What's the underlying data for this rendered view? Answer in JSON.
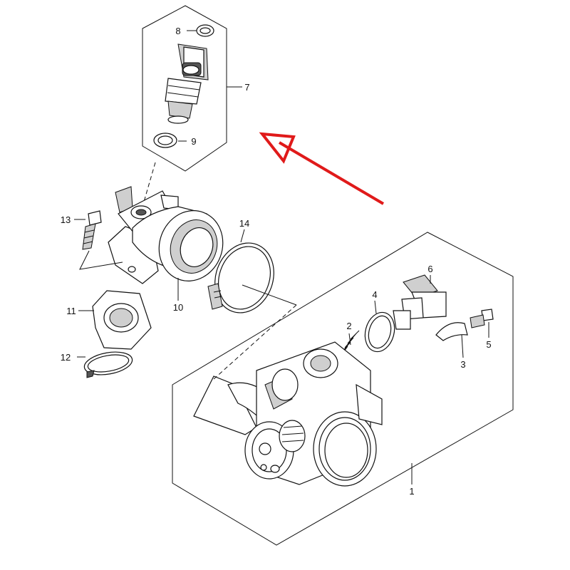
{
  "diagram": {
    "callouts": [
      {
        "id": "c1",
        "text": "1"
      },
      {
        "id": "c2",
        "text": "2"
      },
      {
        "id": "c3",
        "text": "3"
      },
      {
        "id": "c4",
        "text": "4"
      },
      {
        "id": "c5",
        "text": "5"
      },
      {
        "id": "c6",
        "text": "6"
      },
      {
        "id": "c7",
        "text": "7"
      },
      {
        "id": "c8",
        "text": "8"
      },
      {
        "id": "c9",
        "text": "9"
      },
      {
        "id": "c10",
        "text": "10"
      },
      {
        "id": "c11",
        "text": "11"
      },
      {
        "id": "c12",
        "text": "12"
      },
      {
        "id": "c13",
        "text": "13"
      },
      {
        "id": "c14",
        "text": "14"
      }
    ],
    "arrow_color": "#e01a1a",
    "line_color": "#111111"
  }
}
